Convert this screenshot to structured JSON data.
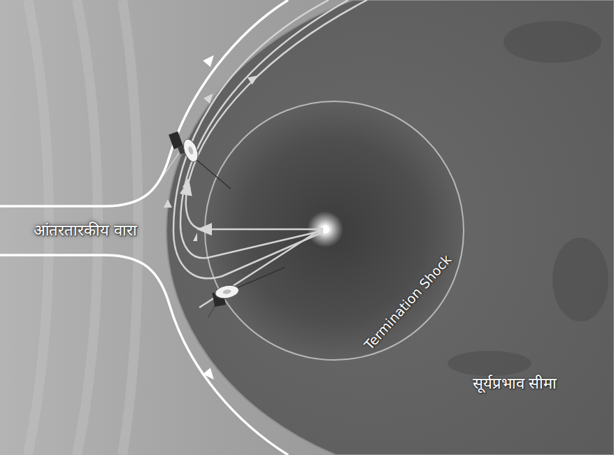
{
  "diagram": {
    "labels": [
      "आंतरतारकीय वारा",
      "Termination Shock",
      "सूर्यप्रभाव सीमा"
    ]
  }
}
